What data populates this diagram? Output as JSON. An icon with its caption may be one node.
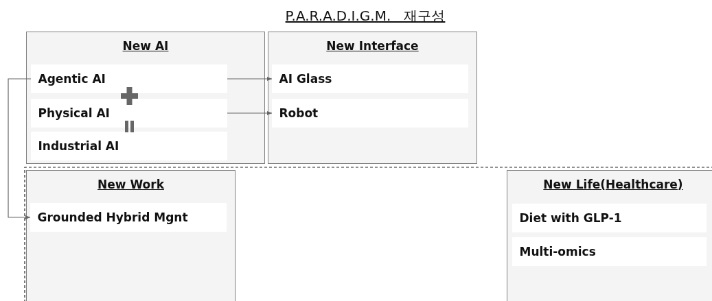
{
  "diagram": {
    "title": "P.A.R.A.D.I.G.M.   재구성",
    "nodes": [
      {
        "text": [
          "New AI"
        ]
      },
      {
        "text": [
          "Agentic AI"
        ],
        "in": 0
      },
      {
        "text": [
          "Physical AI"
        ],
        "in": 0
      },
      {
        "text": [
          "Industrial AI"
        ],
        "in": 0
      },
      {
        "text": [
          "New Interface"
        ]
      },
      {
        "text": [
          "AI Glass"
        ],
        "in": 4
      },
      {
        "text": [
          "Robot"
        ],
        "in": 4
      },
      {
        "text": [
          "New Work"
        ]
      },
      {
        "text": [
          "Grounded Hybrid Mgnt"
        ],
        "in": 7
      },
      {
        "text": [
          "New Life(Healthcare)"
        ]
      },
      {
        "text": [
          "Diet with GLP-1"
        ],
        "in": 9
      },
      {
        "text": [
          "Multi-omics"
        ],
        "in": 9
      }
    ],
    "edges": [
      {
        "from": 1,
        "to": 5,
        "arrow": "to"
      },
      {
        "from": 2,
        "to": 6,
        "arrow": "to"
      },
      {
        "from": 1,
        "to": 8,
        "arrow": "to"
      }
    ]
  }
}
